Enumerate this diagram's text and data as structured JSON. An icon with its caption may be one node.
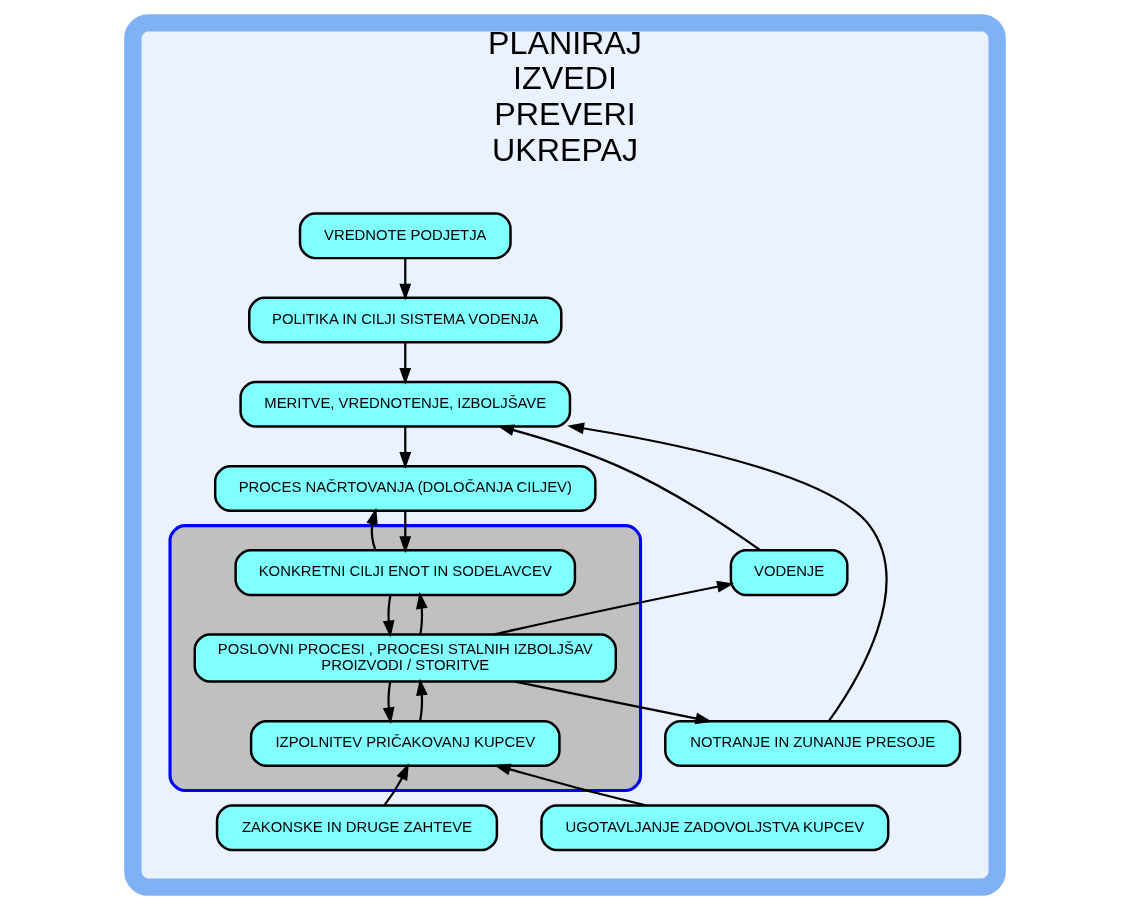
{
  "diagram": {
    "nodes": [
      {
        "text": [
          "PLANIRAJ",
          "IZVEDI",
          "PREVERI",
          "UKREPAJ"
        ]
      },
      {
        "text": [
          "VREDNOTE PODJETJA"
        ],
        "in": 0
      },
      {
        "text": [
          "POLITIKA IN CILJI SISTEMA VODENJA"
        ],
        "in": 0
      },
      {
        "text": [
          "MERITVE, VREDNOTENJE, IZBOLJŠAVE"
        ],
        "in": 0
      },
      {
        "text": [
          "PROCES NAČRTOVANJA (DOLOČANJA CILJEV)"
        ],
        "in": 0
      },
      {
        "text": [],
        "shape": "box",
        "in": 0
      },
      {
        "text": [
          "KONKRETNI CILJI ENOT IN SODELAVCEV"
        ],
        "in": 5
      },
      {
        "text": [
          "VODENJE"
        ],
        "in": 0
      },
      {
        "text": [
          "POSLOVNI PROCESI , PROCESI STALNIH IZBOLJŠAV",
          "PROIZVODI / STORITVE"
        ],
        "in": 5
      },
      {
        "text": [
          "NOTRANJE IN ZUNANJE PRESOJE"
        ],
        "in": 0
      },
      {
        "text": [
          "IZPOLNITEV PRIČAKOVANJ KUPCEV"
        ],
        "in": 5
      },
      {
        "text": [
          "ZAKONSKE IN DRUGE ZAHTEVE"
        ],
        "in": 0
      },
      {
        "text": [
          "UGOTAVLJANJE ZADOVOLJSTVA KUPCEV"
        ],
        "in": 0
      }
    ],
    "edges": [
      {
        "from": 1,
        "to": 2,
        "arrow": "to"
      },
      {
        "from": 2,
        "to": 3,
        "arrow": "to"
      },
      {
        "from": 3,
        "to": 4,
        "arrow": "to"
      },
      {
        "from": 4,
        "to": 6,
        "arrow": "to"
      },
      {
        "from": 6,
        "to": 4,
        "arrow": "to"
      },
      {
        "from": 6,
        "to": 8,
        "arrow": "to"
      },
      {
        "from": 8,
        "to": 6,
        "arrow": "to"
      },
      {
        "from": 8,
        "to": 10,
        "arrow": "to"
      },
      {
        "from": 10,
        "to": 8,
        "arrow": "to"
      },
      {
        "from": 11,
        "to": 10,
        "arrow": "to"
      },
      {
        "from": 12,
        "to": 10,
        "arrow": "to"
      },
      {
        "from": 8,
        "to": 7,
        "arrow": "to"
      },
      {
        "from": 8,
        "to": 9,
        "arrow": "to"
      },
      {
        "from": 7,
        "to": 3,
        "arrow": "to"
      },
      {
        "from": 9,
        "to": 3,
        "arrow": "to"
      }
    ]
  }
}
